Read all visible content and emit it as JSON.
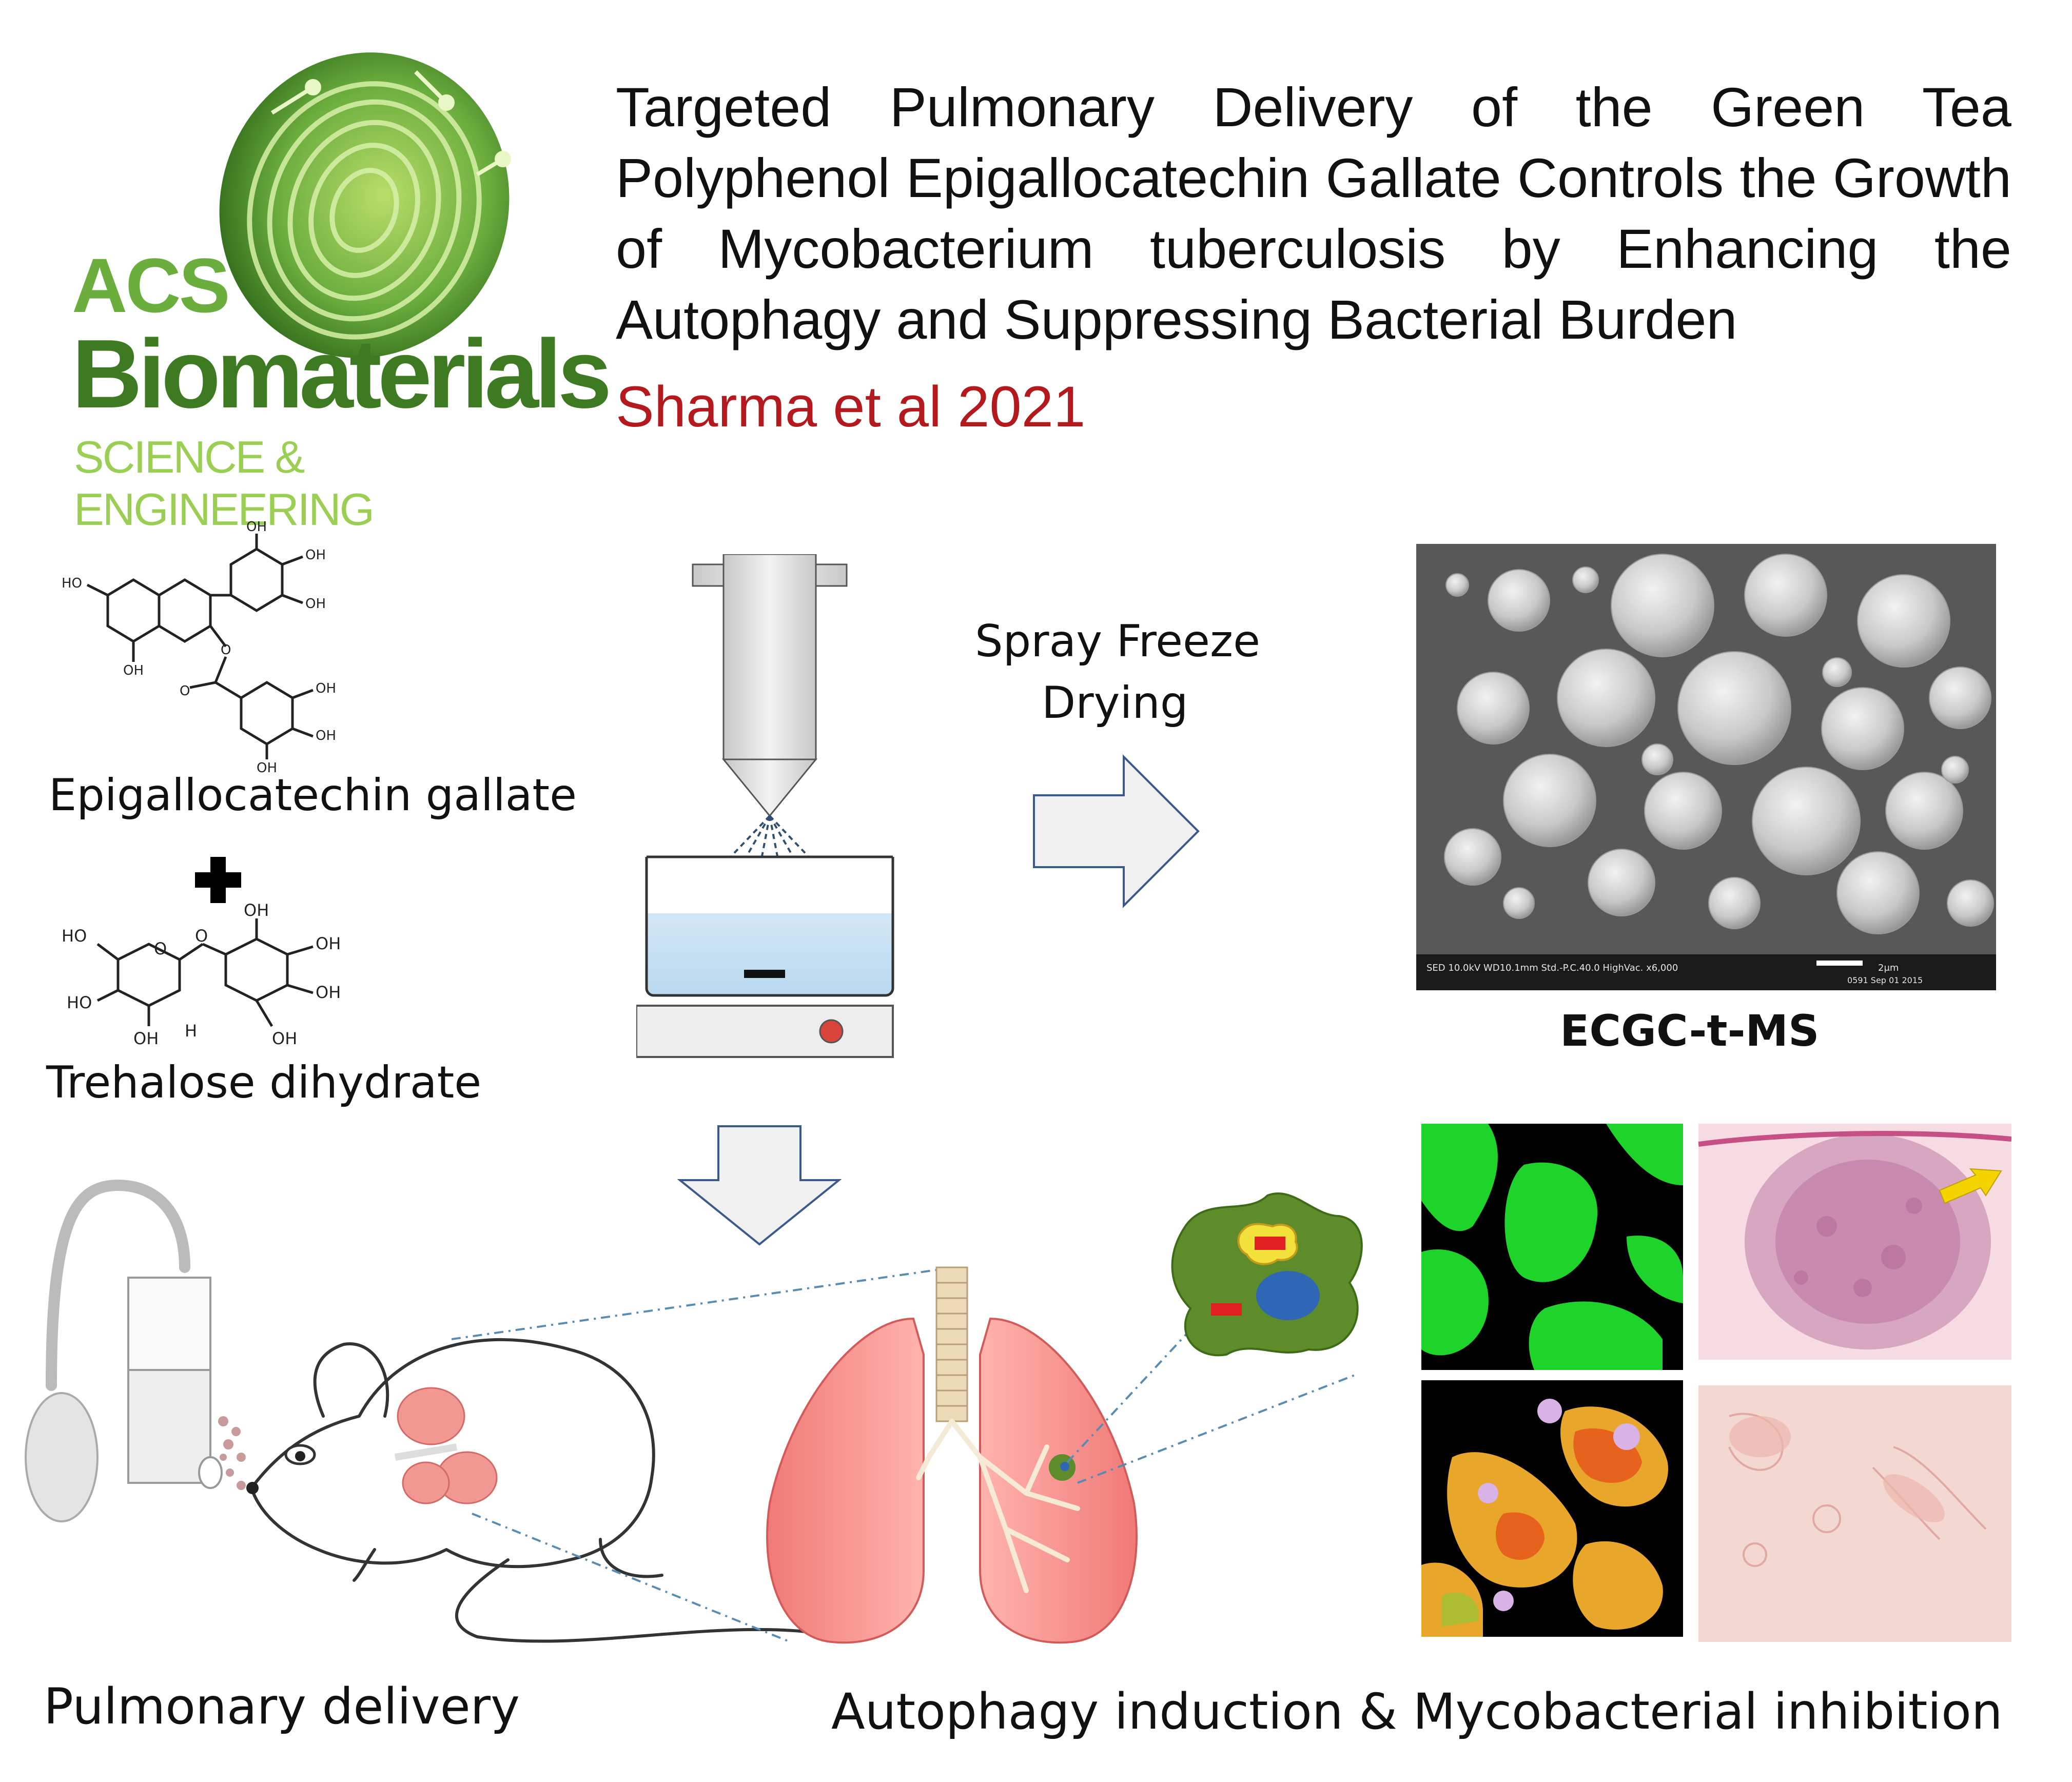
{
  "journal_logo": {
    "acs": "ACS",
    "biomaterials": "Biomaterials",
    "subtitle": "SCIENCE & ENGINEERING",
    "colors": {
      "green": "#6cae3e",
      "dark_green": "#3d7a22",
      "light_green": "#9bcf53"
    }
  },
  "paper": {
    "title": "Targeted Pulmonary Delivery of the Green Tea Polyphenol Epigallocatechin Gallate Controls the Growth of Mycobacterium tuberculosis by Enhancing the Autophagy and Suppressing Bacterial Burden",
    "citation": "Sharma et al 2021",
    "citation_color": "#b3191d"
  },
  "molecules": {
    "egcg_label": "Epigallocatechin gallate",
    "trehalose_label": "Trehalose dihydrate",
    "plus_icon": "plus-icon",
    "atom_labels": {
      "oh": "OH",
      "ho": "HO",
      "o": "O",
      "h": "H"
    }
  },
  "process": {
    "step_line1": "Spray Freeze",
    "step_line2": "Drying"
  },
  "sem": {
    "caption": "ECGC-t-MS",
    "scale_bar_text": "SED   10.0kV   WD10.1mm   Std.-P.C.40.0   HighVac.   x6,000",
    "scale_label": "2μm",
    "meta": "0591   Sep 01 2015"
  },
  "bottom_labels": {
    "left": "Pulmonary delivery",
    "right": "Autophagy induction & Mycobacterial inhibition"
  }
}
